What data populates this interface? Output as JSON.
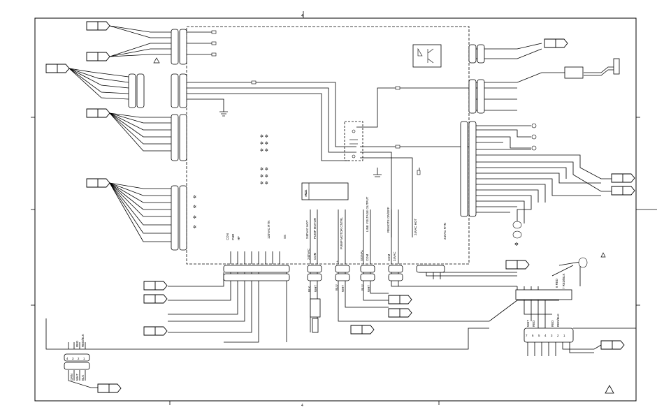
{
  "diagram": {
    "border_markers": {
      "top": "4",
      "bottom": "4"
    },
    "module_pins": {
      "left": [
        "CON",
        "PHR",
        "HF"
      ],
      "rtn": "120VAC RTN",
      "ss": "SS"
    },
    "relay": {
      "pin1": "AC1",
      "pin2": "AC2"
    },
    "vertical_labels": {
      "hot240": "240VAC HOT",
      "pump_motor": "PUMP MOTOR",
      "vac240": "240VAC",
      "com": "COM",
      "pmc": "PUMP MOTOR CNTRL",
      "plus": "+",
      "lvo": "LINE VOLTAGE OUTPUT",
      "signal": "SIGNAL",
      "remote": "REMOTE ON/OFF",
      "com2": "COM",
      "vac24": "24VAC",
      "hot24": "24VAC HOT",
      "rtn24": "24VAC RTN"
    },
    "wire_colors": {
      "blk": "BLK",
      "wht": "WHT",
      "blu": "BLU",
      "red": "RED",
      "redblk": "RED/BLK",
      "grn": "GRN"
    },
    "right_conn": {
      "red6": "6 RED",
      "redblk7": "7 RED/BLK",
      "wht": "WHT",
      "red": "RED",
      "redblk": "RED/BLK"
    },
    "pin_numbers": {
      "left_small": [
        "4",
        "3",
        "2",
        "1"
      ],
      "right_small": [
        "7",
        "6",
        "5",
        "4",
        "3",
        "2",
        "1"
      ]
    }
  }
}
